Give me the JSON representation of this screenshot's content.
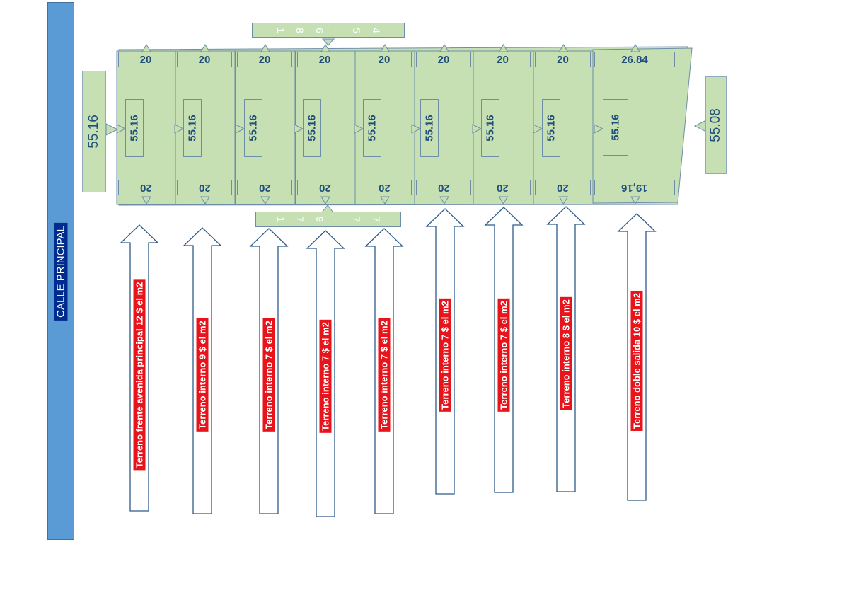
{
  "street": {
    "label": "CALLE PRINCIPAL"
  },
  "side_measures": {
    "left": "55.16",
    "right": "55.08"
  },
  "total_measures": {
    "top_digits": [
      "1",
      "8",
      "6",
      ".",
      "5",
      "4"
    ],
    "bottom_digits": [
      "1",
      "7",
      "9",
      ".",
      "7",
      "7"
    ]
  },
  "lots": [
    {
      "top": "20",
      "depth": "55.16",
      "bottom": "20",
      "price": "Terreno frente avenida principal 12 $ el m2"
    },
    {
      "top": "20",
      "depth": "55.16",
      "bottom": "20",
      "price": "Terreno interno 9 $ el m2"
    },
    {
      "top": "20",
      "depth": "55.16",
      "bottom": "20",
      "price": "Terreno interno 7 $ el m2"
    },
    {
      "top": "20",
      "depth": "55.16",
      "bottom": "20",
      "price": "Terreno interno 7 $ el m2"
    },
    {
      "top": "20",
      "depth": "55.16",
      "bottom": "20",
      "price": "Terreno interno 7 $ el m2"
    },
    {
      "top": "20",
      "depth": "55.16",
      "bottom": "20",
      "price": "Terreno interno 7 $ el m2"
    },
    {
      "top": "20",
      "depth": "55.16",
      "bottom": "20",
      "price": "Terreno interno 7 $ el m2"
    },
    {
      "top": "20",
      "depth": "55.16",
      "bottom": "20",
      "price": "Terreno interno 8 $ el m2"
    },
    {
      "top": "26.84",
      "depth": "55.16",
      "bottom": "19,16",
      "price": "Terreno doble salida 10 $ el m2"
    }
  ],
  "colors": {
    "lot_fill": "#c6e0b4",
    "street": "#5b9bd5",
    "street_label_bg": "#002b8f",
    "price_bg": "#e8141b",
    "text": "#1f4e79"
  }
}
